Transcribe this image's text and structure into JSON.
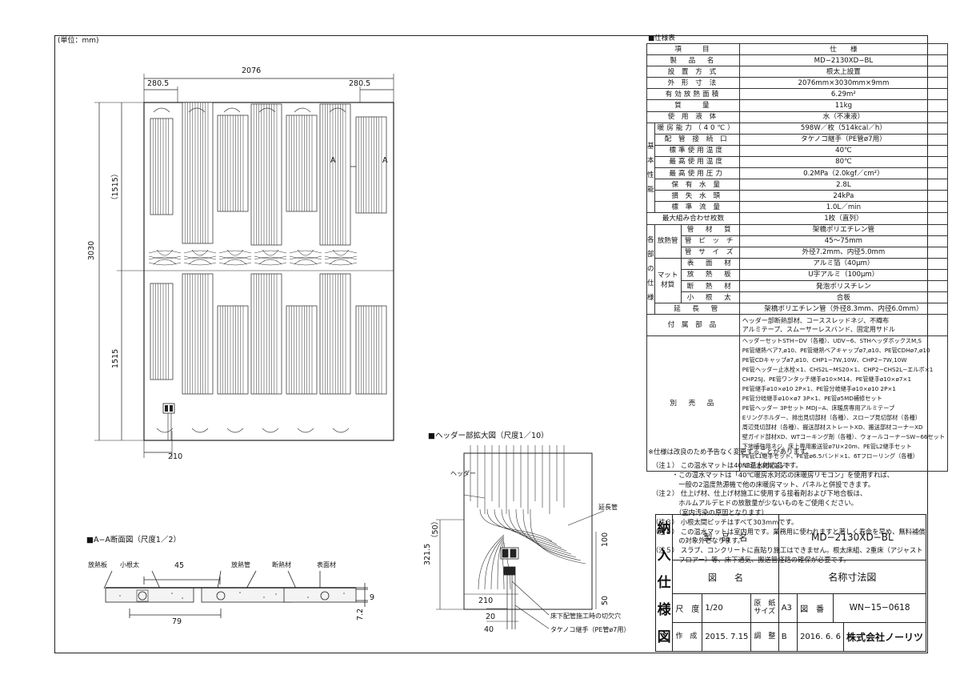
{
  "unit_label": "(単位：mm)",
  "spec_table": {
    "title": "■仕様表",
    "header": {
      "item": "項　　目",
      "spec": "仕　　様"
    },
    "rows_top": [
      {
        "label": "製　品　名",
        "value": "MD−2130XD−BL"
      },
      {
        "label": "設 置 方 式",
        "value": "根太上設置"
      },
      {
        "label": "外 形 寸 法",
        "value": "2076mm×3030mm×9mm"
      },
      {
        "label": "有効放熱面積",
        "value": "6.29m²"
      },
      {
        "label": "質　　量",
        "value": "11kg"
      },
      {
        "label": "使 用 液 体",
        "value": "水（不凍液）"
      }
    ],
    "basic_group": "基本性能",
    "basic_rows": [
      {
        "label": "暖房能力（40℃）",
        "value": "598W／枚（514kcal／h）"
      },
      {
        "label": "配 管 接 続 口",
        "value": "タケノコ継手（PE管ø7用）"
      },
      {
        "label": "標準使用温度",
        "value": "40℃"
      },
      {
        "label": "最高使用温度",
        "value": "80℃"
      },
      {
        "label": "最高使用圧力",
        "value": "0.2MPa（2.0kgf／cm²）"
      },
      {
        "label": "保 有 水 量",
        "value": "2.8L"
      },
      {
        "label": "損 失 水 頭",
        "value": "24kPa"
      },
      {
        "label": "標 準 流 量",
        "value": "1.0L／min"
      }
    ],
    "max_row": {
      "label": "最大組み合わせ枚数",
      "value": "1枚（直列）"
    },
    "parts_group": "各部の仕様",
    "pipe_group": "放熱管",
    "pipe_rows": [
      {
        "label": "管　材　質",
        "value": "架橋ポリエチレン管"
      },
      {
        "label": "管 ピ ッ チ",
        "value": "45〜75mm"
      },
      {
        "label": "管 サ イ ズ",
        "value": "外径7.2mm、内径5.0mm"
      }
    ],
    "mat_group": "マット材質",
    "mat_rows": [
      {
        "label": "表　面　材",
        "value": "アルミ箔（40μm）"
      },
      {
        "label": "放　熱　板",
        "value": "U字アルミ（100μm）"
      },
      {
        "label": "断　熱　材",
        "value": "発泡ポリスチレン"
      },
      {
        "label": "小　根　太",
        "value": "合板"
      }
    ],
    "ext_row": {
      "label": "延　長　管",
      "value": "架橋ポリエチレン管（外径8.3mm、内径6.0mm）"
    },
    "acc_row": {
      "label": "付 属 部 品",
      "value_lines": [
        "ヘッダー部断熱部材、コーススレッドネジ、不織布",
        "アルミテープ、スムーサーレスバンド、固定用サドル"
      ]
    },
    "sep_row": {
      "label": "別　売　品",
      "lines": [
        "ヘッダーセットSTH−DV（各種）、UDV−6、STHヘッダボックスM,S",
        "PE管継熱ベア7,ø10、PE管継熱ベアキャップø7,ø10、PE管CDHø7,ø10",
        "PE管CDキャップø7,ø10、CHP1−7W,10W、CHP2−7W,10W",
        "PE管ヘッダー止水栓×1、CHS2L−MS20×1、CHP2−CHS2L−エルボ×1",
        "CHP2SJ、PE管ワンタッチ継手ø10×M14、PE管継手ø10×ø7×1",
        "PE管継手ø10×ø10 2P×1、PE管分岐継手ø10×ø10 2P×1",
        "PE管分岐継手ø10×ø7 3P×1、PE管ø5MD補修セット",
        "PE管ヘッダー 3Pセット MDJ−A、床暖房専用アルミテープ",
        "Eリングホルダー、排出見切部材（各種）、スロープ見切部材（各種）",
        "周辺見切部材（各種）、搬送部材ストレートXD、搬送部材コーナーXD",
        "壁ガイド部材XD、WTコーキング剤（各種）、ウォールコーナーSW−66セット",
        "下地補強用ネジ、床上専用搬送管ø7U×20m、PE管L2継手セット",
        "PE管L1継手セット、PE管ø6.5バンド×1、6Tフローリング（各種）",
        "NR仕上材用ボンド"
      ]
    },
    "footnote": "※仕様は改良のため予告なく変更することがあります。"
  },
  "notes": [
    "（注１） この温水マットは40℃温水対応品です。",
    "　　　・この温水マットは「40℃暖房水対応の床暖房リモコン」を使用すれば、",
    "　　　　一般の2温度熱源機で他の床暖房マット、パネルと併設できます。",
    "（注２） 仕上げ材、仕上げ材施工に使用する接着剤および下地合板は、",
    "　　　　ホルムアルデヒドの放散量が少ないものをご使用ください。",
    "　　　　（室内汚染の原因となります）",
    "（注３） 小根太間ピッチはすべて303mmです。",
    "（注４） この温水マットは室内用です。業務用に使われますと著しく寿命を早め、無料補償",
    "　　　　の対象外となります。",
    "（注５） スラブ、コンクリートに直貼り施工はできません。根太床組、2重床（アジャスト",
    "　　　　フロアー）等、床下通気、搬送管経路の確保が必要です。"
  ],
  "title_block": {
    "side": "納入仕様図",
    "product_label": "製　品　名",
    "product_value": "MD−2130XD−BL",
    "drawing_label": "図　　名",
    "drawing_value": "名称寸法図",
    "scale_label": "尺　度",
    "scale_value": "1/20",
    "paper_label": "原　紙サイズ",
    "paper_value": "A3",
    "num_label": "図　番",
    "num_value": "WN−15−0618",
    "made_label": "作　成",
    "made_value": "2015. 7.15",
    "rev_label": "調　整",
    "rev_value": "B",
    "rev_date": "2016. 6. 6",
    "company": "株式会社ノーリツ"
  },
  "main_drawing": {
    "width_total": "2076",
    "width_left": "280.5",
    "width_right": "280.5",
    "height_total": "3030",
    "height_upper": "（1515）",
    "height_lower": "1515",
    "bottom_dim": "210",
    "section_mark": "A"
  },
  "section_view": {
    "title": "■A−A断面図（尺度1／2）",
    "labels": [
      "放熱板",
      "小根太",
      "放熱管",
      "断熱材",
      "表面材"
    ],
    "dim_top": "45",
    "dim_bottom": "79",
    "dim_right_a": "9",
    "dim_right_b": "7.2"
  },
  "header_view": {
    "title": "■ヘッダー部拡大図（尺度1／10）",
    "label_header": "ヘッダー",
    "label_ext": "延長管",
    "label_hole": "床下配管施工時の切欠穴",
    "label_joint": "タケノコ継手（PE管ø7用）",
    "dim_321": "321.5",
    "dim_50a": "（50）",
    "dim_100": "100",
    "dim_50b": "50",
    "dim_210": "210",
    "dim_20": "20",
    "dim_40": "40"
  }
}
